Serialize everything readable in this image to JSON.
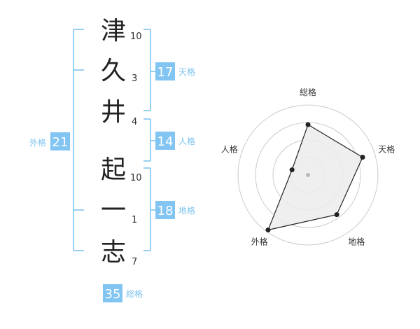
{
  "name": {
    "characters": [
      {
        "char": "津",
        "strokes": "10"
      },
      {
        "char": "久",
        "strokes": "3"
      },
      {
        "char": "井",
        "strokes": "4"
      },
      {
        "char": "起",
        "strokes": "10"
      },
      {
        "char": "一",
        "strokes": "1"
      },
      {
        "char": "志",
        "strokes": "7"
      }
    ]
  },
  "kaku": {
    "tenkaku": {
      "label": "天格",
      "value": "17"
    },
    "jinkaku": {
      "label": "人格",
      "value": "14"
    },
    "chikaku": {
      "label": "地格",
      "value": "18"
    },
    "gaikaku": {
      "label": "外格",
      "value": "21"
    },
    "soukaku": {
      "label": "総格",
      "value": "35"
    }
  },
  "colors": {
    "accent": "#7fc4ef",
    "accent_box": "#82c4f2",
    "text": "#222222",
    "radar_fill": "#ececec",
    "radar_ring": "#cccccc"
  },
  "chart_data": {
    "type": "radar",
    "axes": [
      "総格",
      "天格",
      "地格",
      "外格",
      "人格"
    ],
    "values": [
      0.72,
      0.82,
      0.7,
      0.97,
      0.24
    ],
    "rings": 4
  }
}
